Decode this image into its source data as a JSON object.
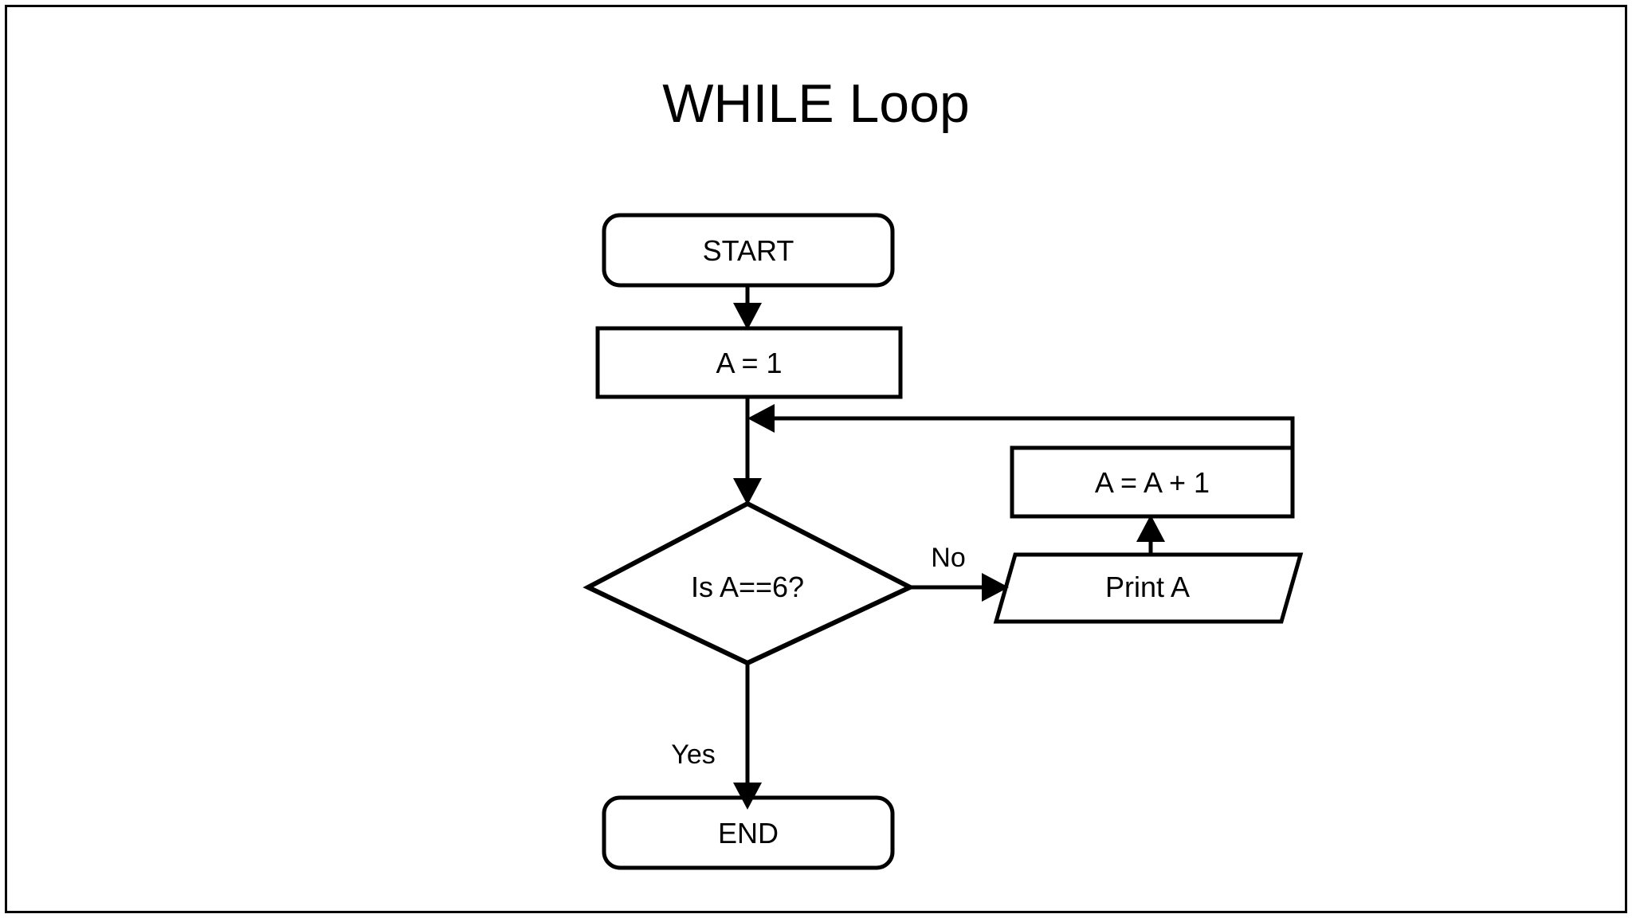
{
  "slide": {
    "title": "WHILE Loop",
    "background_color": "#ffffff",
    "border_color": "#000000",
    "line_color": "#000000",
    "text_color": "#000000"
  },
  "flowchart": {
    "type": "flowchart",
    "orientation": "top-to-bottom",
    "nodes": [
      {
        "id": "start",
        "label": "START",
        "shape": "terminator-rounded-rectangle"
      },
      {
        "id": "init",
        "label": "A = 1",
        "shape": "process-rectangle"
      },
      {
        "id": "decision",
        "label": "Is A==6?",
        "shape": "decision-diamond"
      },
      {
        "id": "print",
        "label": "Print A",
        "shape": "io-parallelogram"
      },
      {
        "id": "incr",
        "label": "A = A + 1",
        "shape": "process-rectangle"
      },
      {
        "id": "end",
        "label": "END",
        "shape": "terminator-rounded-rectangle"
      }
    ],
    "edges": [
      {
        "from": "start",
        "to": "init",
        "label": ""
      },
      {
        "from": "init",
        "to": "decision",
        "label": ""
      },
      {
        "from": "decision",
        "to": "print",
        "label": "No"
      },
      {
        "from": "print",
        "to": "incr",
        "label": ""
      },
      {
        "from": "incr",
        "to": "init",
        "label": ""
      },
      {
        "from": "decision",
        "to": "end",
        "label": "Yes"
      }
    ],
    "edge_labels": {
      "no": "No",
      "yes": "Yes"
    }
  }
}
